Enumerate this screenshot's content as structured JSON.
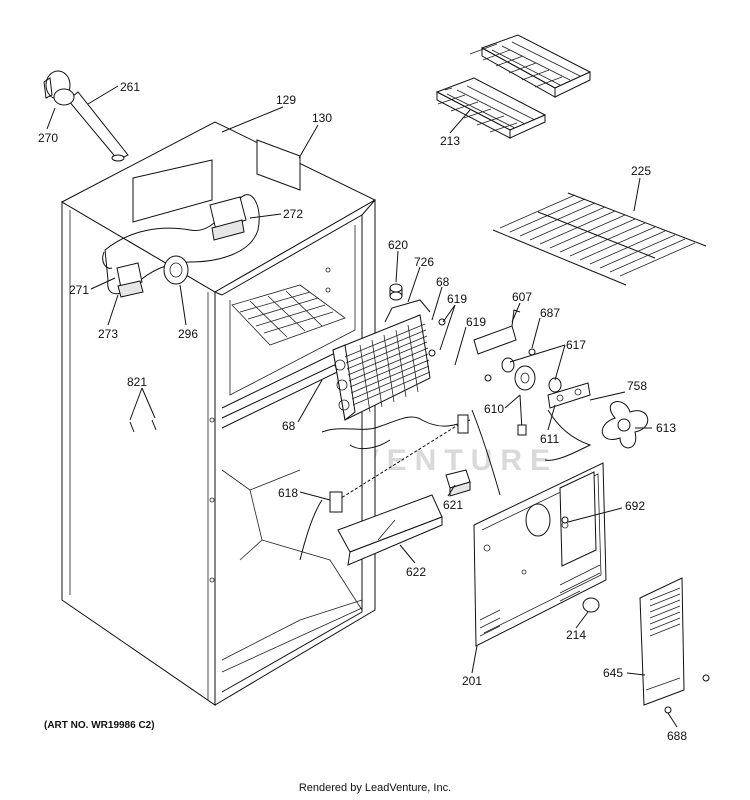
{
  "watermark": "LEADVENTURE",
  "art_number": "(ART NO. WR19986 C2)",
  "footer": "Rendered by LeadVenture, Inc.",
  "part_labels": [
    "261",
    "270",
    "129",
    "130",
    "213",
    "225",
    "272",
    "271",
    "273",
    "296",
    "620",
    "726",
    "68",
    "619",
    "607",
    "687",
    "617",
    "619",
    "821",
    "758",
    "610",
    "611",
    "613",
    "68",
    "618",
    "621",
    "692",
    "622",
    "214",
    "201",
    "645",
    "688"
  ]
}
